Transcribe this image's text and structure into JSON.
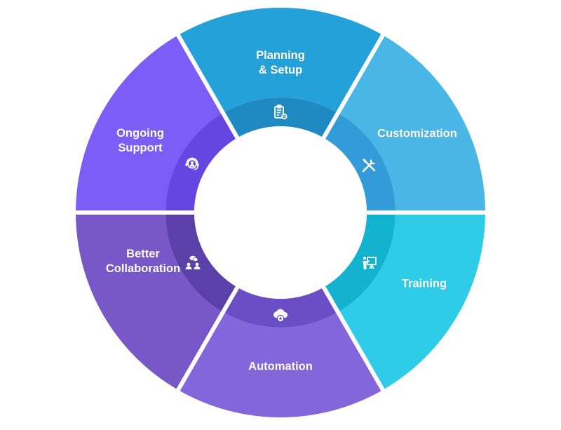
{
  "diagram": {
    "type": "cycle-wheel",
    "segments": [
      {
        "id": "planning",
        "lines": [
          "Planning",
          "& Setup"
        ],
        "icon": "clipboard-gear-icon",
        "color": "#24A1D9",
        "inner_color": "#1F8AC2"
      },
      {
        "id": "customization",
        "lines": [
          "Customization"
        ],
        "icon": "tools-icon",
        "color": "#4AB6E6",
        "inner_color": "#339BD7"
      },
      {
        "id": "training",
        "lines": [
          "Training"
        ],
        "icon": "presentation-board-icon",
        "color": "#2ECCE6",
        "inner_color": "#13B3D0"
      },
      {
        "id": "automation",
        "lines": [
          "Automation"
        ],
        "icon": "cloud-gear-icon",
        "color": "#8266DA",
        "inner_color": "#6B4EC6"
      },
      {
        "id": "collaboration",
        "lines": [
          "Better",
          "Collaboration"
        ],
        "icon": "team-chat-icon",
        "color": "#7858C9",
        "inner_color": "#5C40A9"
      },
      {
        "id": "support",
        "lines": [
          "Ongoing",
          "Support"
        ],
        "icon": "headset-user-icon",
        "color": "#7C5DF6",
        "inner_color": "#6546E1"
      }
    ]
  }
}
